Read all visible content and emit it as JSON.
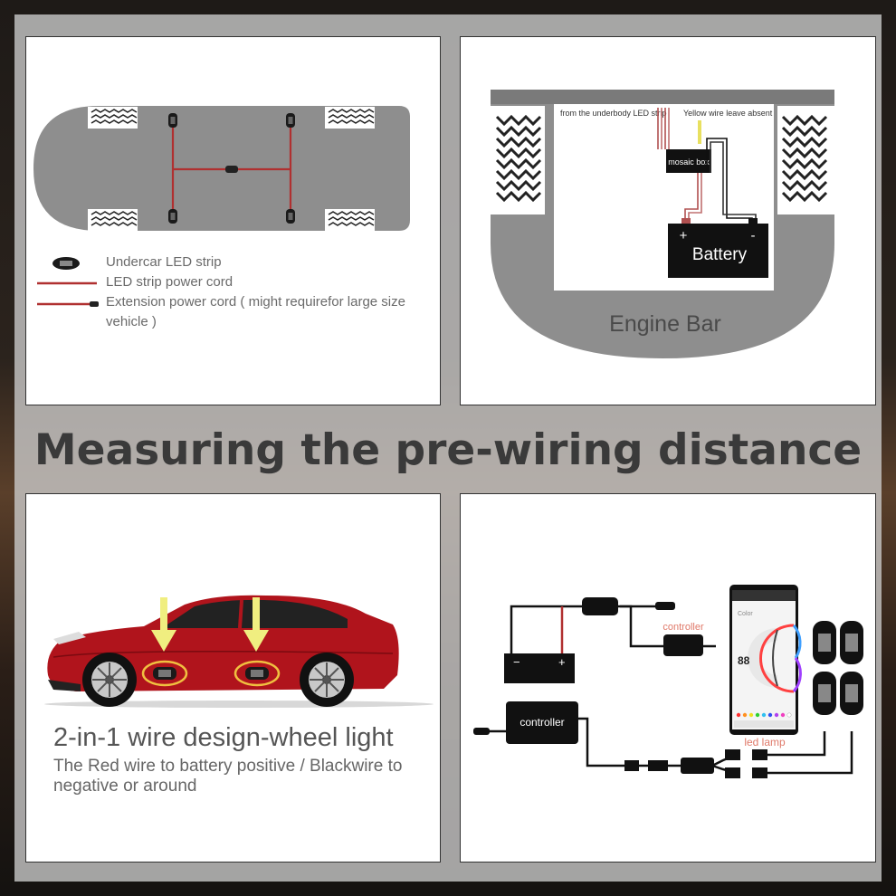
{
  "title": "Measuring the pre-wiring distance",
  "undercar_panel": {
    "legend": [
      {
        "label": "Undercar LED strip"
      },
      {
        "label": "LED strip power cord"
      },
      {
        "label": "Extension power cord ( might requirefor large size vehicle )"
      }
    ],
    "wire_color": "#b03030"
  },
  "engine_panel": {
    "label_underbody": "from the underbody LED strip",
    "label_yellow": "Yellow wire leave absent",
    "mosaic_box_label": "mosaic box",
    "battery_label": "Battery",
    "battery_plus": "+",
    "battery_minus": "-",
    "engine_bar_label": "Engine Bar"
  },
  "car_panel": {
    "title": "2-in-1 wire design-wheel light",
    "description": "The Red wire to battery positive / Blackwire to negative or around",
    "car_color": "#b0141c",
    "arrow_color": "#f0ee80"
  },
  "wiring_panel": {
    "controller_label_top": "controller",
    "controller_label_box": "controller",
    "led_lamp_label": "led lamp",
    "battery_minus": "−",
    "battery_plus": "+",
    "phone_color_label": "Color",
    "phone_value": "88",
    "label_color": "#e07a6a"
  }
}
